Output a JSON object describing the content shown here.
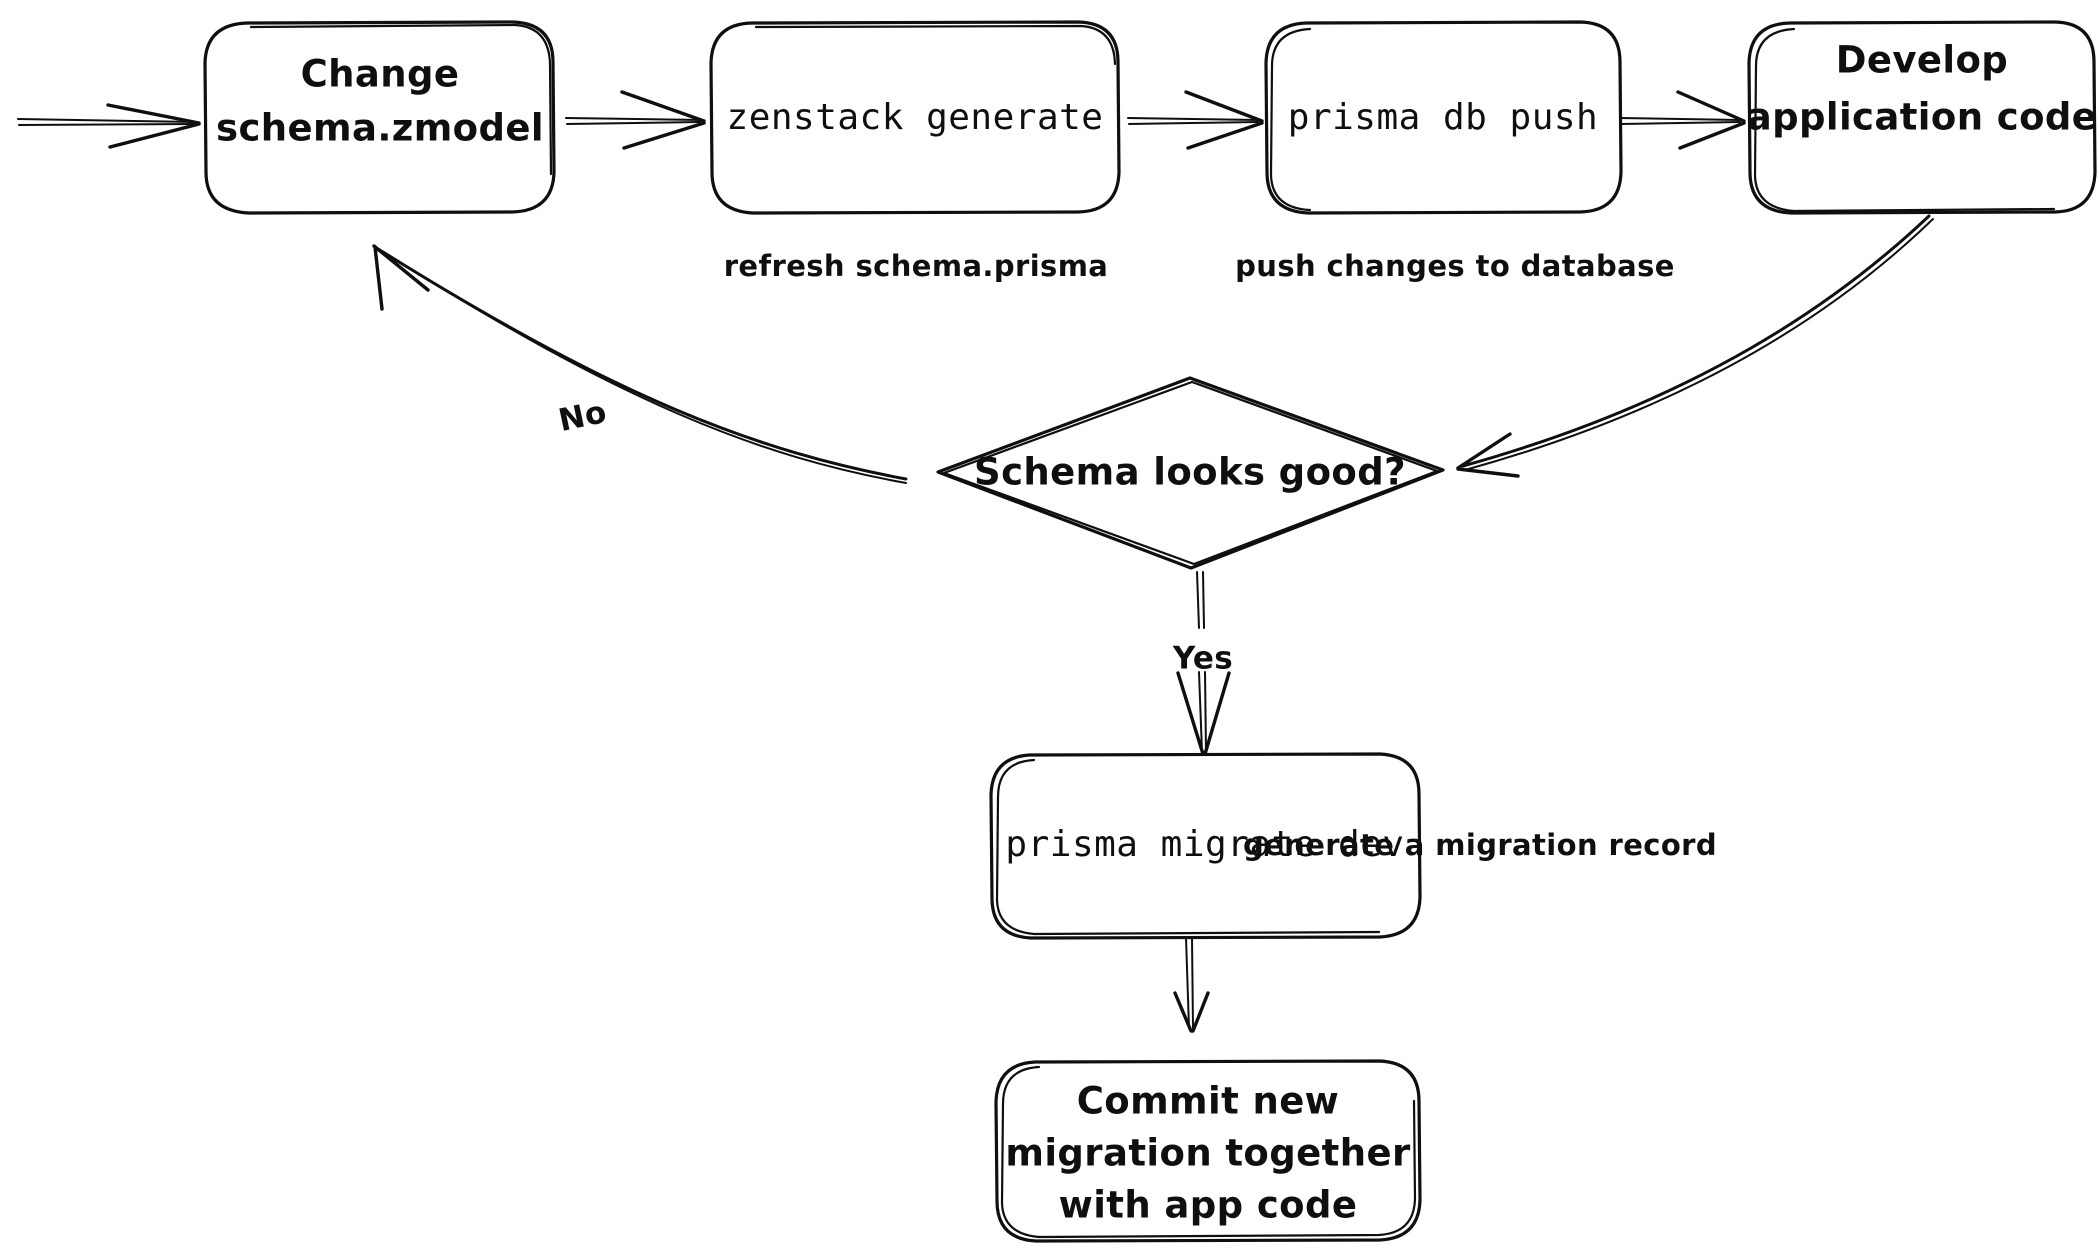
{
  "diagram": {
    "title_text_style": "hand-drawn flowchart",
    "background": "#ffffff",
    "stroke_color": "#0f0f0f",
    "nodes": [
      {
        "id": "change-schema",
        "shape": "rounded-rect",
        "lines": [
          "Change",
          "schema.zmodel"
        ],
        "font": "hand"
      },
      {
        "id": "zenstack-generate",
        "shape": "rounded-rect",
        "lines": [
          "zenstack generate"
        ],
        "font": "mono"
      },
      {
        "id": "prisma-db-push",
        "shape": "rounded-rect",
        "lines": [
          "prisma db push"
        ],
        "font": "mono"
      },
      {
        "id": "develop-application-code",
        "shape": "rounded-rect",
        "lines": [
          "Develop",
          "application code"
        ],
        "font": "hand"
      },
      {
        "id": "schema-looks-good",
        "shape": "diamond",
        "lines": [
          "Schema looks good?"
        ],
        "font": "hand"
      },
      {
        "id": "prisma-migrate-dev",
        "shape": "rounded-rect",
        "lines": [
          "prisma migrate dev"
        ],
        "font": "mono"
      },
      {
        "id": "commit-new-migration",
        "shape": "rounded-rect",
        "lines": [
          "Commit new",
          "migration together",
          "with app code"
        ],
        "font": "hand"
      }
    ],
    "captions": [
      {
        "id": "caption-refresh-schema",
        "text": "refresh schema.prisma"
      },
      {
        "id": "caption-push-changes",
        "text": "push changes to database"
      },
      {
        "id": "caption-generate-migration",
        "text": "generate a migration record"
      }
    ],
    "edge_labels": [
      {
        "id": "edge-label-no",
        "text": "No"
      },
      {
        "id": "edge-label-yes",
        "text": "Yes"
      }
    ],
    "edges": [
      {
        "id": "edge-entry-to-change",
        "from": "",
        "to": "change-schema"
      },
      {
        "id": "edge-change-to-generate",
        "from": "change-schema",
        "to": "zenstack-generate"
      },
      {
        "id": "edge-generate-to-push",
        "from": "zenstack-generate",
        "to": "prisma-db-push"
      },
      {
        "id": "edge-push-to-develop",
        "from": "prisma-db-push",
        "to": "develop-application-code"
      },
      {
        "id": "edge-develop-to-decision",
        "from": "develop-application-code",
        "to": "schema-looks-good"
      },
      {
        "id": "edge-decision-no-to-change",
        "from": "schema-looks-good",
        "to": "change-schema",
        "label": "No"
      },
      {
        "id": "edge-decision-yes-to-migrate",
        "from": "schema-looks-good",
        "to": "prisma-migrate-dev",
        "label": "Yes"
      },
      {
        "id": "edge-migrate-to-commit",
        "from": "prisma-migrate-dev",
        "to": "commit-new-migration"
      }
    ]
  }
}
